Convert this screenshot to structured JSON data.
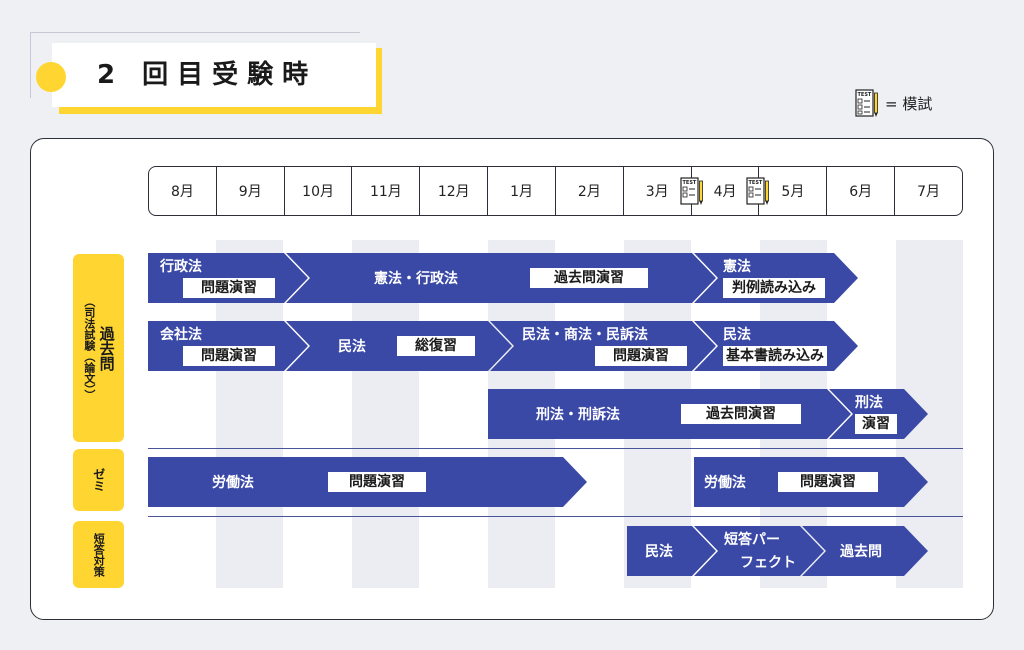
{
  "title": "2 回目受験時",
  "legend": {
    "label": "= 模試",
    "icon": "test-sheet-icon",
    "icon_text": "TEST"
  },
  "months": [
    "8月",
    "9月",
    "10月",
    "11月",
    "12月",
    "1月",
    "2月",
    "3月",
    "4月",
    "5月",
    "6月",
    "7月"
  ],
  "sections": {
    "past_exams": {
      "label": "過去問",
      "sub": "（司法試験（論文））"
    },
    "seminar": {
      "label": "ゼミ"
    },
    "short_answer": {
      "label": "短答対策"
    }
  },
  "rows": {
    "row1": {
      "a_title": "行政法",
      "a_box": "問題演習",
      "b_title": "憲法・行政法",
      "b_box": "過去問演習",
      "c_title": "憲法",
      "c_box": "判例読み込み"
    },
    "row2": {
      "a_title": "会社法",
      "a_box": "問題演習",
      "b_title": "民法",
      "b_box": "総復習",
      "c_title": "民法・商法・民訴法",
      "c_box": "問題演習",
      "d_title": "民法",
      "d_box": "基本書読み込み"
    },
    "row3": {
      "a_title": "刑法・刑訴法",
      "a_box": "過去問演習",
      "b_title": "刑法",
      "b_box": "演習"
    },
    "seminar": {
      "a_title": "労働法",
      "a_box": "問題演習",
      "b_title": "労働法",
      "b_box": "問題演習"
    },
    "short": {
      "a_title": "民法",
      "b_title1": "短答パー",
      "b_title2": "フェクト",
      "c_title": "過去問"
    }
  },
  "colors": {
    "accent": "#ffd631",
    "arrow": "#3a48a6",
    "border": "#2d2f38",
    "stripe": "#ebedf2"
  }
}
